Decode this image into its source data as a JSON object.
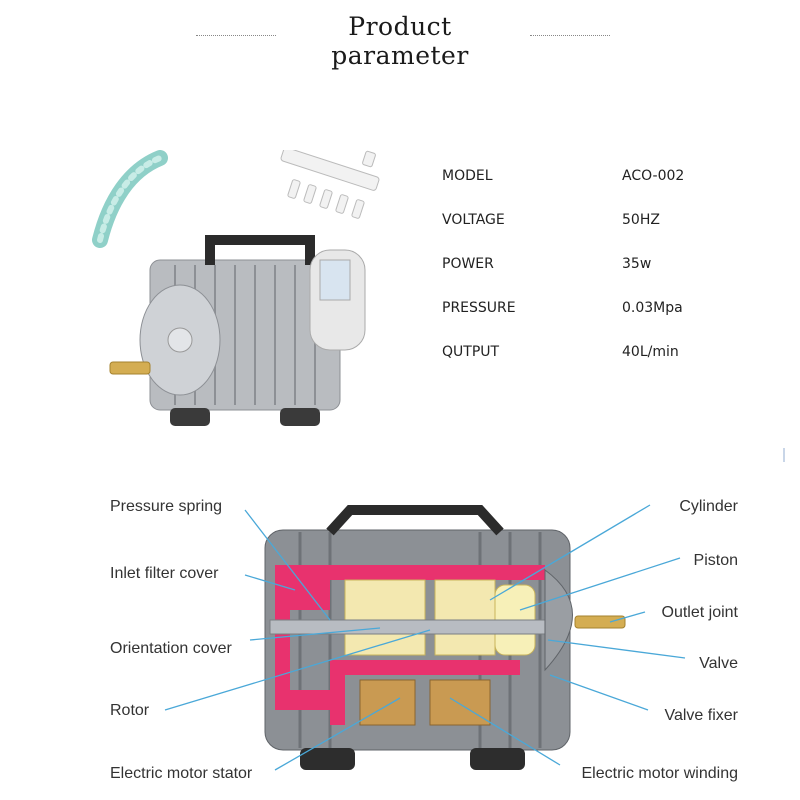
{
  "header": {
    "title": "Product parameter"
  },
  "specs": [
    {
      "label": "MODEL",
      "value": "ACO-002"
    },
    {
      "label": "VOLTAGE",
      "value": "50HZ"
    },
    {
      "label": "POWER",
      "value": "35w"
    },
    {
      "label": "PRESSURE",
      "value": "0.03Mpa"
    },
    {
      "label": "QUTPUT",
      "value": "40L/min"
    }
  ],
  "diagram": {
    "labels_left": [
      "Pressure spring",
      "Inlet filter cover",
      "Orientation cover",
      "Rotor",
      "Electric motor stator"
    ],
    "labels_right": [
      "Cylinder",
      "Piston",
      "Outlet joint",
      "Valve",
      "Valve fixer",
      "Electric motor winding"
    ],
    "accent_color": "#e8326e",
    "leader_color": "#4aa8d8"
  }
}
